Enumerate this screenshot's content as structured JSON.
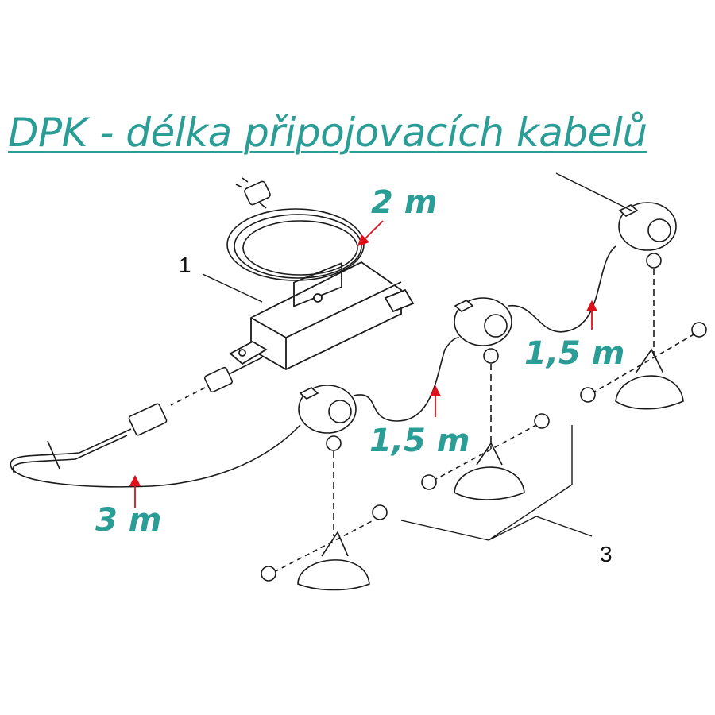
{
  "title": "DPK - délka připojovacích kabelů",
  "labels": {
    "cable_power": "2 m",
    "cable_main": "3 m",
    "cable_mid": "1,5 m",
    "cable_right": "1,5 m",
    "callout_transformer": "1",
    "callout_mounts": "3"
  },
  "colors": {
    "accent": "#2a9d97",
    "arrow": "#e0101a",
    "line": "#1a1a1a"
  }
}
